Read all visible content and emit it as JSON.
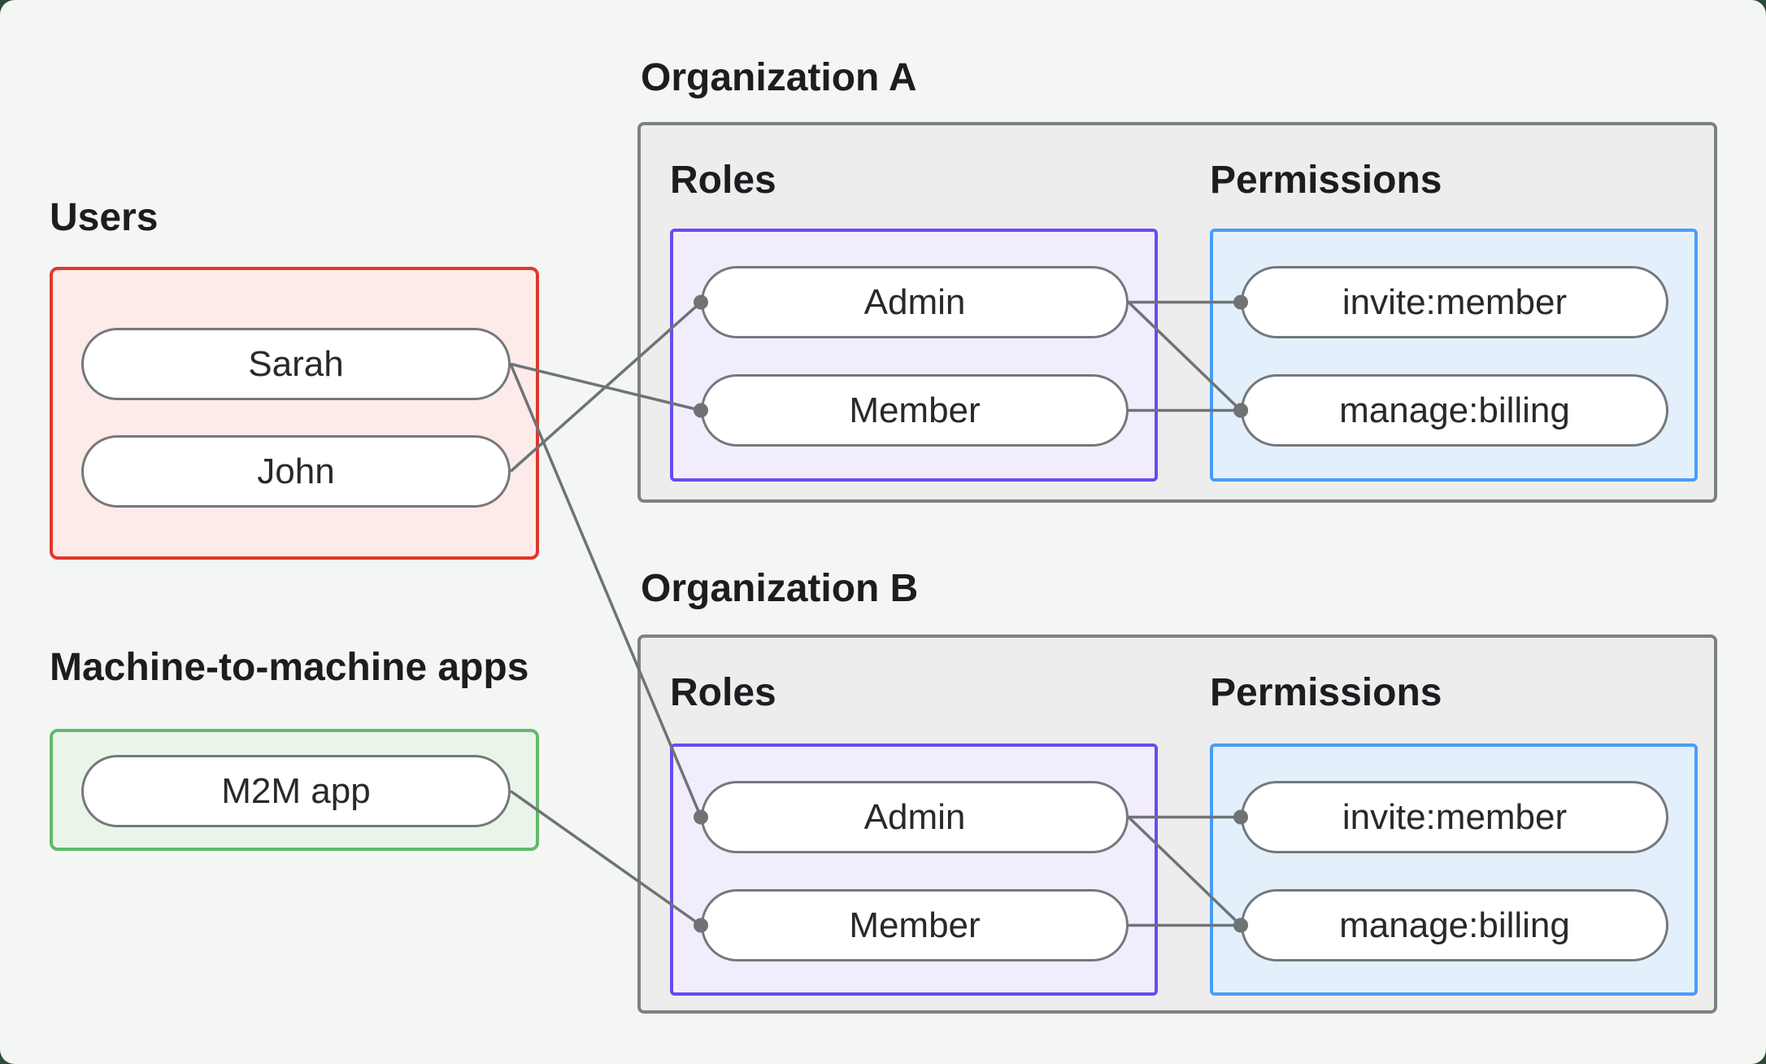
{
  "colors": {
    "page-bg": "#2e4b3a",
    "canvas-bg": "#f4f6f4",
    "gray-border": "#7e8181",
    "gray-bg": "#ededed",
    "red-border": "#e0382d",
    "red-bg": "#fcebe8",
    "green-border": "#61b96d",
    "green-bg": "#eaf5ea",
    "purple-border": "#6c49f0",
    "purple-bg": "#f2edfd",
    "blue-border": "#4a9cf6",
    "blue-bg": "#e3f0fc",
    "pill-border": "#75787b",
    "line": "#6f7376",
    "text": "#1b1d20"
  },
  "users": {
    "label": "Users",
    "items": [
      {
        "id": "sarah",
        "label": "Sarah"
      },
      {
        "id": "john",
        "label": "John"
      }
    ]
  },
  "m2m": {
    "label": "Machine-to-machine apps",
    "items": [
      {
        "id": "m2m-app",
        "label": "M2M app"
      }
    ]
  },
  "organizations": [
    {
      "id": "orgA",
      "label": "Organization A",
      "roles": {
        "label": "Roles",
        "items": [
          {
            "id": "orgA-admin",
            "label": "Admin"
          },
          {
            "id": "orgA-member",
            "label": "Member"
          }
        ]
      },
      "permissions": {
        "label": "Permissions",
        "items": [
          {
            "id": "orgA-invite",
            "label": "invite:member"
          },
          {
            "id": "orgA-manage",
            "label": "manage:billing"
          }
        ]
      }
    },
    {
      "id": "orgB",
      "label": "Organization B",
      "roles": {
        "label": "Roles",
        "items": [
          {
            "id": "orgB-admin",
            "label": "Admin"
          },
          {
            "id": "orgB-member",
            "label": "Member"
          }
        ]
      },
      "permissions": {
        "label": "Permissions",
        "items": [
          {
            "id": "orgB-invite",
            "label": "invite:member"
          },
          {
            "id": "orgB-manage",
            "label": "manage:billing"
          }
        ]
      }
    }
  ],
  "edges": [
    {
      "from": "sarah",
      "to": "orgA-member"
    },
    {
      "from": "sarah",
      "to": "orgB-admin"
    },
    {
      "from": "john",
      "to": "orgA-admin"
    },
    {
      "from": "m2m-app",
      "to": "orgB-member"
    },
    {
      "from": "orgA-admin",
      "to": "orgA-invite"
    },
    {
      "from": "orgA-admin",
      "to": "orgA-manage"
    },
    {
      "from": "orgA-member",
      "to": "orgA-manage"
    },
    {
      "from": "orgB-admin",
      "to": "orgB-invite"
    },
    {
      "from": "orgB-admin",
      "to": "orgB-manage"
    },
    {
      "from": "orgB-member",
      "to": "orgB-manage"
    }
  ]
}
